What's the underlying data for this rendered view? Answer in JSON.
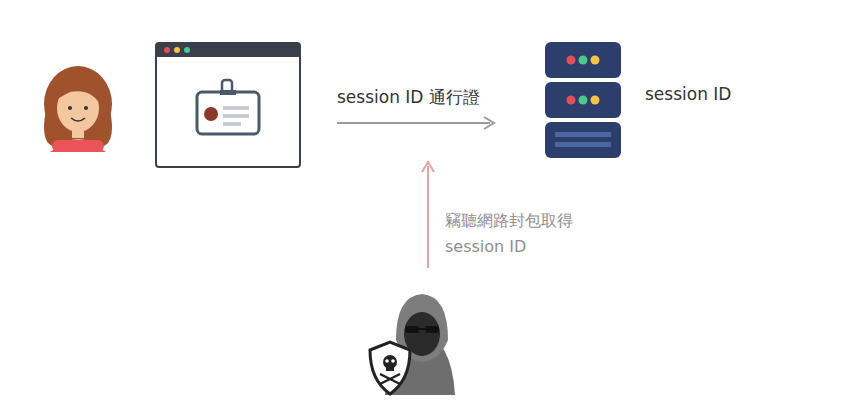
{
  "diagram": {
    "nodes": [
      {
        "text": [
          "session ID"
        ]
      }
    ],
    "labels": [
      "session ID 通行證",
      "竊聽網路封包取得 session ID"
    ]
  }
}
